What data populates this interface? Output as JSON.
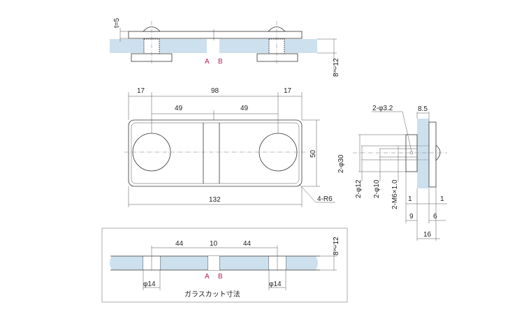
{
  "colors": {
    "glass": "#cde0ee",
    "label_ab": "#b0204a",
    "line": "#333333"
  },
  "top_view": {
    "thickness": "t=5",
    "glass_thickness": "8～12",
    "label_a": "A",
    "label_b": "B"
  },
  "front_view": {
    "dim_left": "17",
    "dim_middle": "98",
    "dim_right": "17",
    "dim_half_left": "49",
    "dim_half_right": "49",
    "dim_height": "50",
    "dim_width": "132",
    "radius": "4-R6"
  },
  "side_view": {
    "hole": "2-φ3.2",
    "glass_gap": "8.5",
    "outer_dia": "2-φ30",
    "dia_12": "2-φ12",
    "dia_10": "2-φ10",
    "thread": "2-M6×1.0",
    "dim_1_left": "1",
    "dim_1_right": "1",
    "dim_9": "9",
    "dim_6": "6",
    "dim_16": "16"
  },
  "glass_cut": {
    "dim_44_left": "44",
    "dim_10": "10",
    "dim_44_right": "44",
    "hole_left": "φ14",
    "hole_right": "φ14",
    "label_a": "A",
    "label_b": "B",
    "glass_thickness": "8～12",
    "caption": "ガラスカット寸法"
  }
}
